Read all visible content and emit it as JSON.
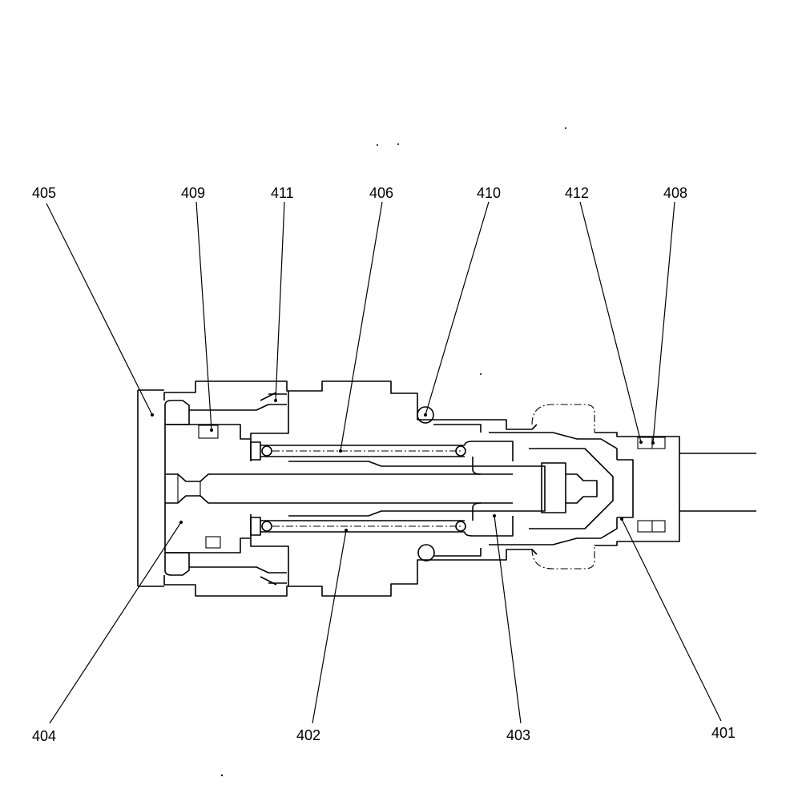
{
  "labels": {
    "p405": "405",
    "p409": "409",
    "p411": "411",
    "p406": "406",
    "p410": "410",
    "p412": "412",
    "p408": "408",
    "p404": "404",
    "p402": "402",
    "p403": "403",
    "p401": "401"
  }
}
